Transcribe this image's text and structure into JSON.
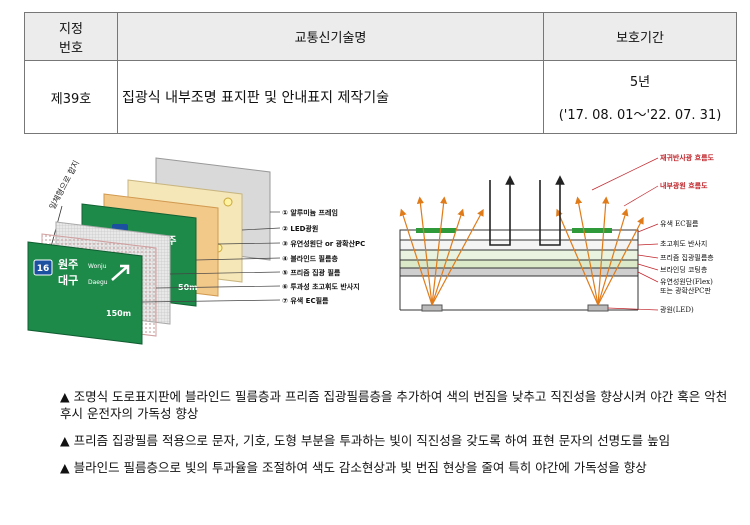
{
  "table": {
    "headers": [
      "지정\n번호",
      "교통신기술명",
      "보호기간"
    ],
    "row": {
      "number": "제39호",
      "name": "집광식 내부조명 표지판 및 안내표지 제작기술",
      "period_years": "5년",
      "period_dates": "('17. 08. 01～'22. 07. 31)"
    }
  },
  "left_figure": {
    "side_label": "일체형으로 합지",
    "layers": [
      "① 알루미늄 프레임",
      "② LED광원",
      "③ 유연성원단 or 광확산PC",
      "④ 블라인드 필름층",
      "⑤ 프리즘 집광 필름",
      "⑥ 투과성 초고휘도 반사지",
      "⑦ 유색 EC필름"
    ],
    "sign": {
      "route": "16",
      "city1": "원주",
      "city1_en": "Wonju",
      "city2": "대구",
      "city2_en": "Daegu",
      "distance": "150m",
      "mid_distance": "50m"
    }
  },
  "right_figure": {
    "labels": [
      "재귀반사광 흐름도",
      "내부광원 흐름도",
      "유색 EC필름",
      "초고휘도 반사지",
      "프리즘 집광필름층",
      "브라인딩 코팅층",
      "유연성원단(Flex)\n또는 광확산PC판",
      "광원(LED)"
    ],
    "colors": {
      "reflect_arrow": "#222222",
      "light_arrow": "#e07b1a",
      "label_red": "#c0272d"
    }
  },
  "notes": [
    "▲ 조명식 도로표지판에 블라인드 필름층과 프리즘 집광필름층을 추가하여 색의 번짐을 낮추고 직진성을 향상시켜 야간 혹은 악천후시 운전자의 가독성 향상",
    "▲ 프리즘 집광필름 적용으로 문자, 기호, 도형 부분을 투과하는 빛이 직진성을 갖도록 하여 표현 문자의 선명도를 높임",
    "▲ 블라인드 필름층으로 빛의 투과율을 조절하여 색도 감소현상과 빛 번짐 현상을 줄여 특히 야간에 가독성을 향상"
  ]
}
